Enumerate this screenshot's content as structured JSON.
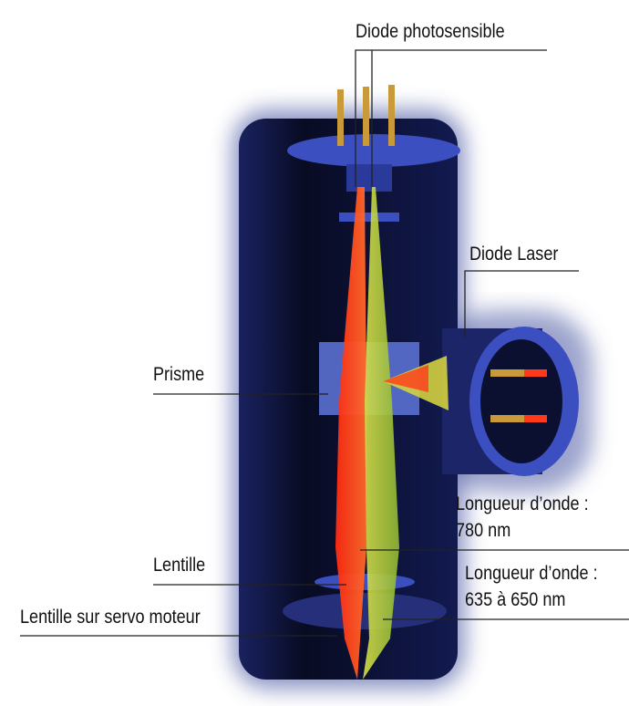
{
  "labels": {
    "photodiode": "Diode photosensible",
    "laser_diode": "Diode Laser",
    "prism": "Prisme",
    "wavelength1_title": "Longueur d’onde :",
    "wavelength1_value": "780 nm",
    "lens": "Lentille",
    "wavelength2_title": "Longueur d’onde :",
    "wavelength2_value": "635 à 650 nm",
    "servo_lens": "Lentille sur servo moteur"
  },
  "colors": {
    "body": "#0b1030",
    "blue": "#3b4fc0",
    "red": "#ff3a1a",
    "green": "#b5d13a",
    "pin": "#c89a3a"
  }
}
